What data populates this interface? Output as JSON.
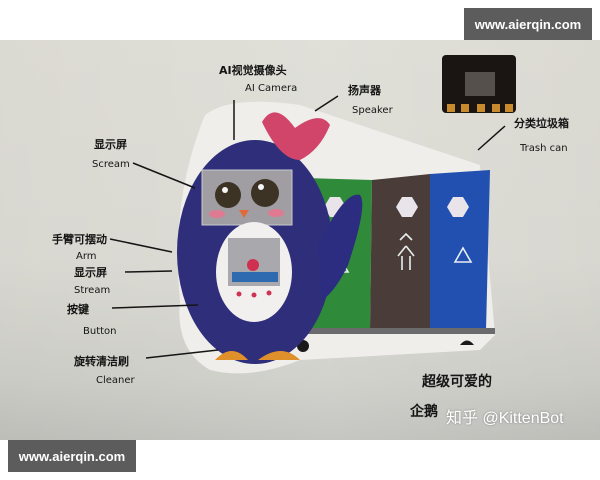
{
  "watermarks": {
    "top_right": "www.aierqin.com",
    "bottom_left": "www.aierqin.com",
    "overlay": "知乎 @KittenBot"
  },
  "poster": {
    "subject": "penguin robot with trash cans",
    "labels": {
      "camera": {
        "cn": "AI视觉摄像头",
        "en": "AI Camera"
      },
      "speaker": {
        "cn": "扬声器",
        "en": "Speaker"
      },
      "trash_can": {
        "cn": "分类垃圾箱",
        "en": "Trash can"
      },
      "screen_top": {
        "cn": "显示屏",
        "en": "Scream"
      },
      "arm": {
        "cn": "手臂可摆动",
        "en": "Arm"
      },
      "screen_body": {
        "cn": "显示屏",
        "en": "Stream"
      },
      "button": {
        "cn": "按键",
        "en": "Button"
      },
      "cleaner": {
        "cn": "旋转清洁刷",
        "en": "Cleaner"
      }
    },
    "caption": {
      "line1": "超级可爱的",
      "line2": "企鹅"
    },
    "colors": {
      "penguin_body": "#2e2e7a",
      "bow": "#d2456a",
      "bin_green": "#2f8a3a",
      "bin_brown": "#4a3c38",
      "bin_blue": "#2250b0",
      "feet": "#e0902a",
      "board": "#1a1512"
    }
  }
}
